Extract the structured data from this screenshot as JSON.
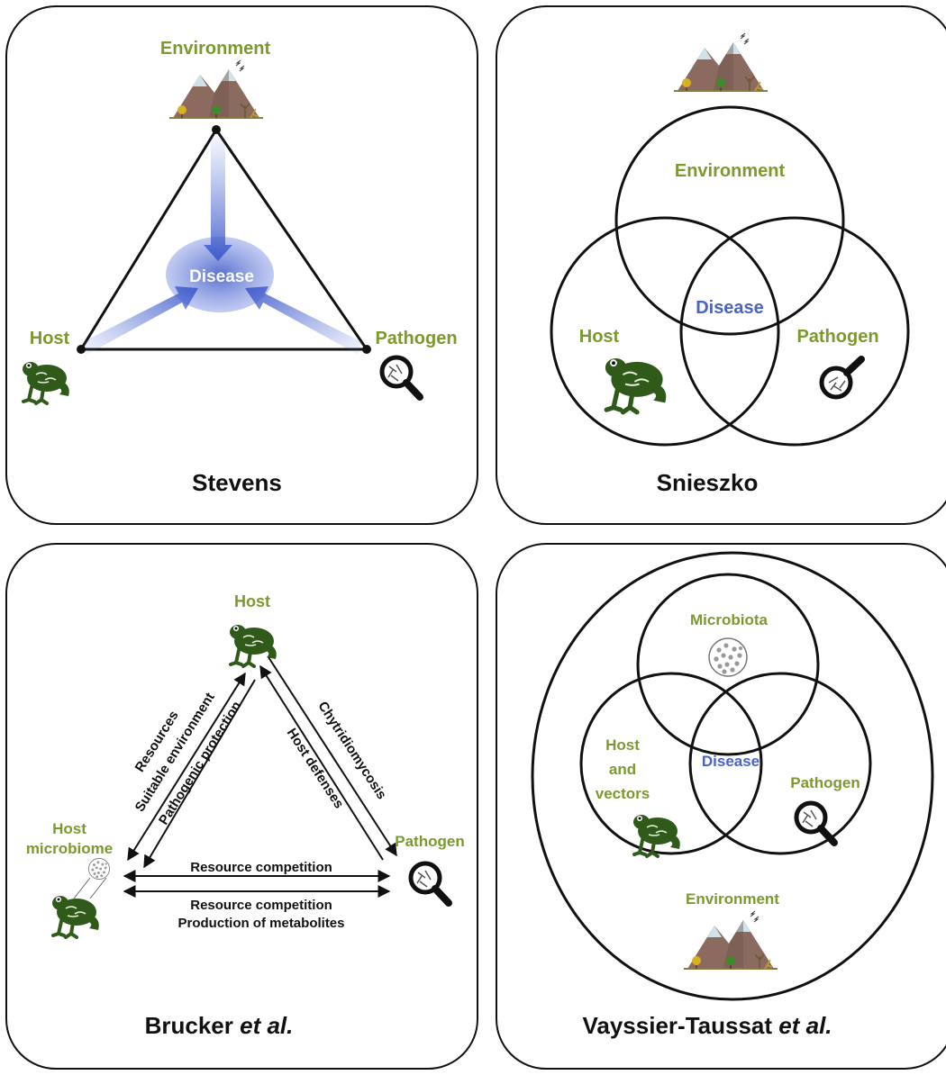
{
  "colors": {
    "label_green": "#7a9a2e",
    "disease_blue": "#4a63c7",
    "frog_green": "#2f5a1a",
    "mountain_brown": "#8b6a60",
    "snow": "#cfe3ea",
    "outline": "#111111"
  },
  "icons": [
    "mountain-icon",
    "frog-icon",
    "magnifier-icon",
    "microbe-dish-icon"
  ],
  "stevens": {
    "title": "Stevens",
    "environment": "Environment",
    "host": "Host",
    "pathogen": "Pathogen",
    "disease": "Disease"
  },
  "snieszko": {
    "title": "Snieszko",
    "environment": "Environment",
    "host": "Host",
    "pathogen": "Pathogen",
    "disease": "Disease"
  },
  "brucker": {
    "title_main": "Brucker",
    "title_italic": "et al.",
    "host": "Host",
    "host_microbiome_line1": "Host",
    "host_microbiome_line2": "microbiome",
    "pathogen": "Pathogen",
    "left_edge_1": "Resources",
    "left_edge_2": "Suitable environment",
    "left_edge_3": "Pathogenic protection",
    "right_edge_1": "Chytridiomycosis",
    "right_edge_2": "Host defenses",
    "bottom_top": "Resource competition",
    "bottom_under_1": "Resource competition",
    "bottom_under_2": "Production of metabolites"
  },
  "vayssier": {
    "title_main": "Vayssier-Taussat",
    "title_italic": "et al.",
    "microbiota": "Microbiota",
    "host_line1": "Host",
    "host_line2": "and",
    "host_line3": "vectors",
    "pathogen": "Pathogen",
    "disease": "Disease",
    "environment": "Environment"
  }
}
